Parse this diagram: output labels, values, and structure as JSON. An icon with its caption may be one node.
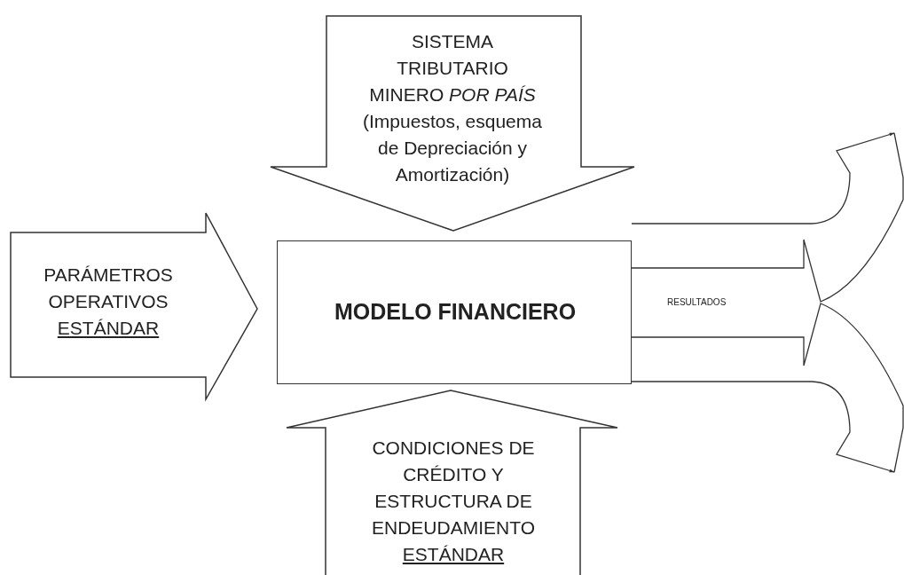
{
  "diagram": {
    "nodes": [
      {
        "text": [
          "SISTEMA TRIBUTARIO MINERO *POR PAÍS* (Impuestos, esquema de Depreciación y Amortización)"
        ]
      },
      {
        "text": [
          "PARÁMETROS OPERATIVOS",
          "ESTÁNDAR"
        ]
      },
      {
        "text": [
          "MODELO FINANCIERO"
        ]
      },
      {
        "text": [
          "CONDICIONES DE CRÉDITO Y ESTRUCTURA DE ENDEUDAMIENTO",
          "ESTÁNDAR"
        ]
      }
    ],
    "edges": [
      {
        "from": 2,
        "to": null,
        "arrow": "to"
      },
      {
        "from": 2,
        "to": null,
        "arrow": "to"
      }
    ],
    "labels": [
      "RESULTADOS"
    ]
  }
}
